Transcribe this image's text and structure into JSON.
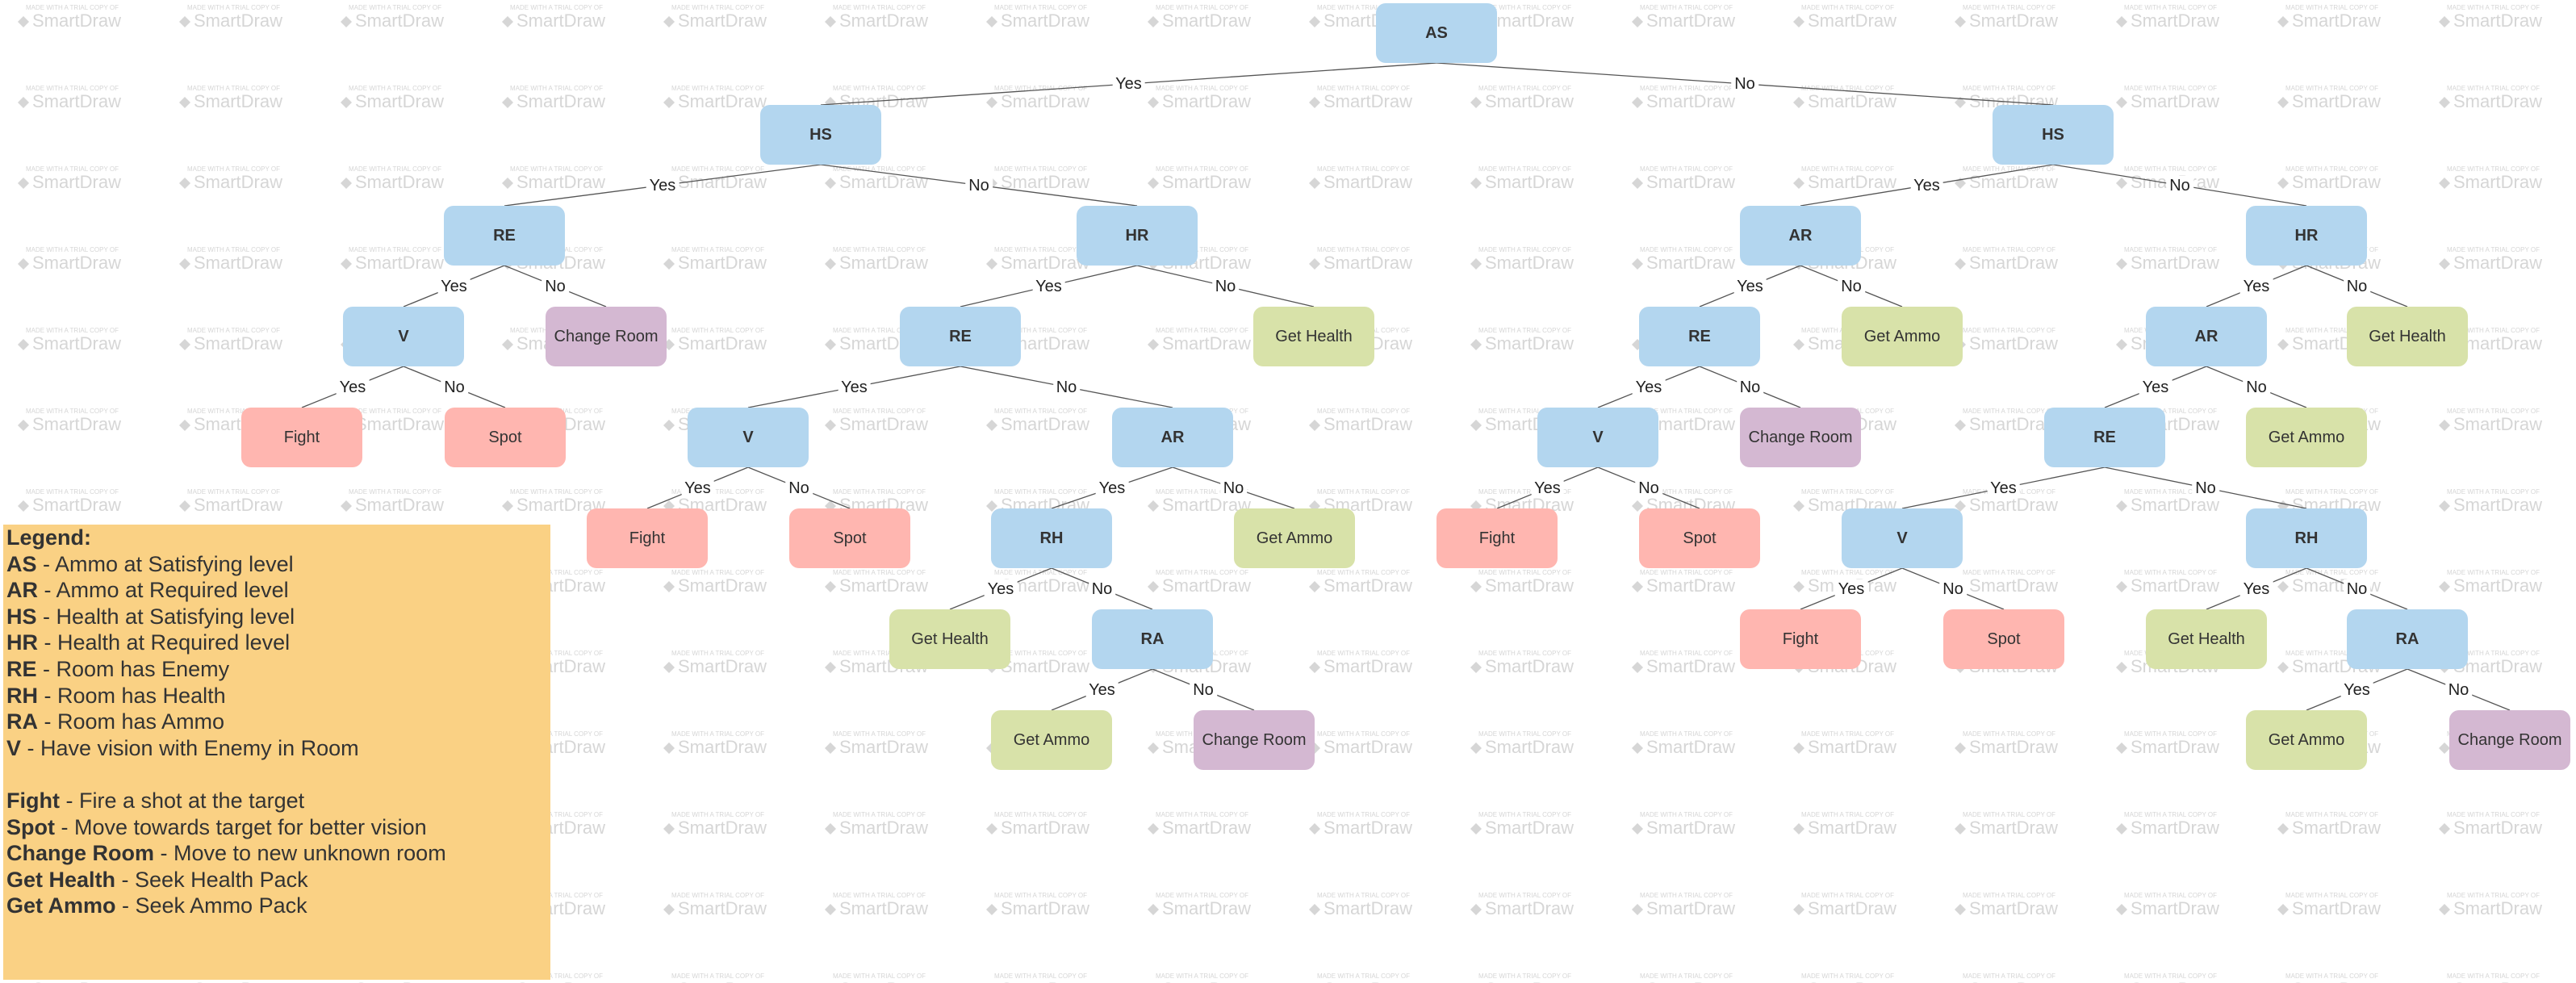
{
  "colors": {
    "question": "#b3d6ef",
    "fight_spot": "#ffb6b0",
    "change_room": "#d4b8d2",
    "get_action": "#d8e2a9",
    "legend": "#fad184",
    "edge": "#555555",
    "watermark": "#d6d6d6"
  },
  "watermark": {
    "small": "MADE WITH A TRIAL COPY OF",
    "big": "SmartDraw"
  },
  "tree": {
    "nodes": [
      {
        "id": "n1",
        "label": "AS",
        "kind": "question"
      },
      {
        "id": "n2",
        "label": "HS",
        "kind": "question"
      },
      {
        "id": "n3",
        "label": "HS",
        "kind": "question"
      },
      {
        "id": "n4",
        "label": "RE",
        "kind": "question"
      },
      {
        "id": "n5",
        "label": "HR",
        "kind": "question"
      },
      {
        "id": "n6",
        "label": "AR",
        "kind": "question"
      },
      {
        "id": "n7",
        "label": "HR",
        "kind": "question"
      },
      {
        "id": "n8",
        "label": "V",
        "kind": "question"
      },
      {
        "id": "n9",
        "label": "Change Room",
        "kind": "change_room"
      },
      {
        "id": "n10",
        "label": "RE",
        "kind": "question"
      },
      {
        "id": "n11",
        "label": "Get Health",
        "kind": "get_action"
      },
      {
        "id": "n12",
        "label": "RE",
        "kind": "question"
      },
      {
        "id": "n13",
        "label": "Get Ammo",
        "kind": "get_action"
      },
      {
        "id": "n14",
        "label": "AR",
        "kind": "question"
      },
      {
        "id": "n15",
        "label": "Get Health",
        "kind": "get_action"
      },
      {
        "id": "n16",
        "label": "Fight",
        "kind": "fight_spot"
      },
      {
        "id": "n17",
        "label": "Spot",
        "kind": "fight_spot"
      },
      {
        "id": "n18",
        "label": "V",
        "kind": "question"
      },
      {
        "id": "n19",
        "label": "AR",
        "kind": "question"
      },
      {
        "id": "n20",
        "label": "V",
        "kind": "question"
      },
      {
        "id": "n21",
        "label": "Change Room",
        "kind": "change_room"
      },
      {
        "id": "n22",
        "label": "RE",
        "kind": "question"
      },
      {
        "id": "n23",
        "label": "Get Ammo",
        "kind": "get_action"
      },
      {
        "id": "n24",
        "label": "Fight",
        "kind": "fight_spot"
      },
      {
        "id": "n25",
        "label": "Spot",
        "kind": "fight_spot"
      },
      {
        "id": "n26",
        "label": "RH",
        "kind": "question"
      },
      {
        "id": "n27",
        "label": "Get Ammo",
        "kind": "get_action"
      },
      {
        "id": "n28",
        "label": "Fight",
        "kind": "fight_spot"
      },
      {
        "id": "n29",
        "label": "Spot",
        "kind": "fight_spot"
      },
      {
        "id": "n30",
        "label": "V",
        "kind": "question"
      },
      {
        "id": "n31",
        "label": "RH",
        "kind": "question"
      },
      {
        "id": "n32",
        "label": "Get Health",
        "kind": "get_action"
      },
      {
        "id": "n33",
        "label": "RA",
        "kind": "question"
      },
      {
        "id": "n34",
        "label": "Fight",
        "kind": "fight_spot"
      },
      {
        "id": "n35",
        "label": "Spot",
        "kind": "fight_spot"
      },
      {
        "id": "n36",
        "label": "Get Health",
        "kind": "get_action"
      },
      {
        "id": "n37",
        "label": "RA",
        "kind": "question"
      },
      {
        "id": "n38",
        "label": "Get Ammo",
        "kind": "get_action"
      },
      {
        "id": "n39",
        "label": "Change Room",
        "kind": "change_room"
      },
      {
        "id": "n40",
        "label": "Get Ammo",
        "kind": "get_action"
      },
      {
        "id": "n41",
        "label": "Change Room",
        "kind": "change_room"
      }
    ],
    "edges": [
      {
        "from": "n1",
        "to": "n2",
        "label": "Yes"
      },
      {
        "from": "n1",
        "to": "n3",
        "label": "No"
      },
      {
        "from": "n2",
        "to": "n4",
        "label": "Yes"
      },
      {
        "from": "n2",
        "to": "n5",
        "label": "No"
      },
      {
        "from": "n3",
        "to": "n6",
        "label": "Yes"
      },
      {
        "from": "n3",
        "to": "n7",
        "label": "No"
      },
      {
        "from": "n4",
        "to": "n8",
        "label": "Yes"
      },
      {
        "from": "n4",
        "to": "n9",
        "label": "No"
      },
      {
        "from": "n5",
        "to": "n10",
        "label": "Yes"
      },
      {
        "from": "n5",
        "to": "n11",
        "label": "No"
      },
      {
        "from": "n6",
        "to": "n12",
        "label": "Yes"
      },
      {
        "from": "n6",
        "to": "n13",
        "label": "No"
      },
      {
        "from": "n7",
        "to": "n14",
        "label": "Yes"
      },
      {
        "from": "n7",
        "to": "n15",
        "label": "No"
      },
      {
        "from": "n8",
        "to": "n16",
        "label": "Yes"
      },
      {
        "from": "n8",
        "to": "n17",
        "label": "No"
      },
      {
        "from": "n10",
        "to": "n18",
        "label": "Yes"
      },
      {
        "from": "n10",
        "to": "n19",
        "label": "No"
      },
      {
        "from": "n12",
        "to": "n20",
        "label": "Yes"
      },
      {
        "from": "n12",
        "to": "n21",
        "label": "No"
      },
      {
        "from": "n14",
        "to": "n22",
        "label": "Yes"
      },
      {
        "from": "n14",
        "to": "n23",
        "label": "No"
      },
      {
        "from": "n18",
        "to": "n24",
        "label": "Yes"
      },
      {
        "from": "n18",
        "to": "n25",
        "label": "No"
      },
      {
        "from": "n19",
        "to": "n26",
        "label": "Yes"
      },
      {
        "from": "n19",
        "to": "n27",
        "label": "No"
      },
      {
        "from": "n20",
        "to": "n28",
        "label": "Yes"
      },
      {
        "from": "n20",
        "to": "n29",
        "label": "No"
      },
      {
        "from": "n22",
        "to": "n30",
        "label": "Yes"
      },
      {
        "from": "n22",
        "to": "n31",
        "label": "No"
      },
      {
        "from": "n26",
        "to": "n32",
        "label": "Yes"
      },
      {
        "from": "n26",
        "to": "n33",
        "label": "No"
      },
      {
        "from": "n30",
        "to": "n34",
        "label": "Yes"
      },
      {
        "from": "n30",
        "to": "n35",
        "label": "No"
      },
      {
        "from": "n31",
        "to": "n36",
        "label": "Yes"
      },
      {
        "from": "n31",
        "to": "n37",
        "label": "No"
      },
      {
        "from": "n33",
        "to": "n38",
        "label": "Yes"
      },
      {
        "from": "n33",
        "to": "n39",
        "label": "No"
      },
      {
        "from": "n37",
        "to": "n40",
        "label": "Yes"
      },
      {
        "from": "n37",
        "to": "n41",
        "label": "No"
      }
    ]
  },
  "legend": {
    "title": "Legend:",
    "conditions": [
      {
        "key": "AS",
        "desc": " - Ammo at Satisfying level"
      },
      {
        "key": "AR",
        "desc": " - Ammo at Required level"
      },
      {
        "key": "HS",
        "desc": " - Health at Satisfying level"
      },
      {
        "key": "HR",
        "desc": " - Health at Required level"
      },
      {
        "key": "RE",
        "desc": " - Room has Enemy"
      },
      {
        "key": "RH",
        "desc": " - Room has Health"
      },
      {
        "key": "RA",
        "desc": " - Room has Ammo"
      },
      {
        "key": "V",
        "desc": " - Have vision with Enemy in Room"
      }
    ],
    "actions": [
      {
        "key": "Fight",
        "desc": " - Fire a shot at the target"
      },
      {
        "key": "Spot",
        "desc": " - Move towards target for better vision"
      },
      {
        "key": "Change Room",
        "desc": "  - Move to new unknown room"
      },
      {
        "key": "Get Health",
        "desc": " - Seek Health Pack"
      },
      {
        "key": "Get Ammo",
        "desc": " - Seek Ammo Pack"
      }
    ]
  }
}
